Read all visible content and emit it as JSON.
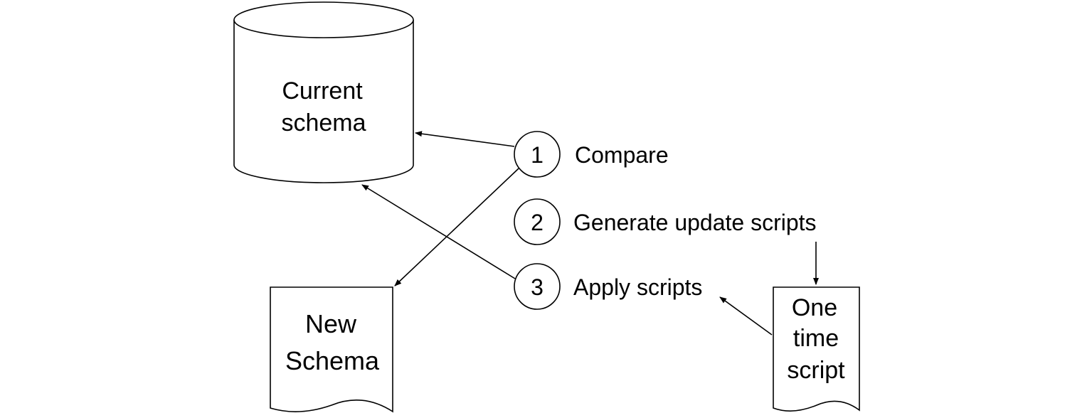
{
  "nodes": {
    "current_schema": {
      "line1": "Current",
      "line2": "schema"
    },
    "new_schema": {
      "line1": "New",
      "line2": "Schema"
    },
    "one_time_script": {
      "line1": "One",
      "line2": "time",
      "line3": "script"
    }
  },
  "steps": [
    {
      "number": "1",
      "label": "Compare"
    },
    {
      "number": "2",
      "label": "Generate update scripts"
    },
    {
      "number": "3",
      "label": "Apply scripts"
    }
  ]
}
